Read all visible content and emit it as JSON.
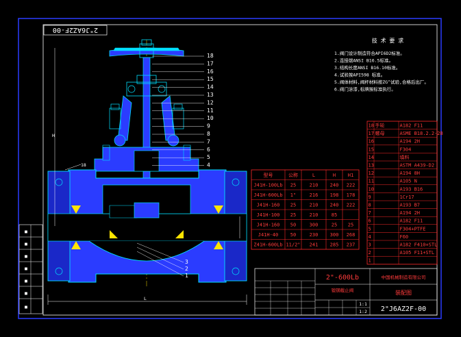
{
  "drawing_code_rotated": "2\"J6AZ2F-00",
  "title_block_code": "2\"J6AZ2F-00",
  "product_size": "2\"-600Lb",
  "drawing_name": "装配图",
  "tech_requirements": {
    "heading": "技 术 要 求",
    "items": [
      "1.阀门设计制造符合API6D2标准。",
      "2.连接端ANSI B16.5标准。",
      "3.结构长度ANSI B16.10标准。",
      "4.试验按API598 标准。",
      "5.阀体材料,阀杆材料按ZG^试验,合格后出厂。",
      "6.阀门涂漆,标牌按标准执行。"
    ]
  },
  "balloons": [
    "18",
    "17",
    "16",
    "15",
    "14",
    "13",
    "12",
    "11",
    "10",
    "9",
    "8",
    "7",
    "6",
    "5",
    "4"
  ],
  "balloons_lower": [
    "3",
    "2",
    "1"
  ],
  "dims": {
    "overall_length_label": "L",
    "height_label": "H",
    "port_label": "18"
  },
  "size_table": {
    "headers": [
      "型号",
      "公称",
      "L",
      "H",
      "H1"
    ],
    "rows": [
      [
        "J41H-100Lb",
        "25",
        "210",
        "240",
        "222"
      ],
      [
        "J41H-600Lb",
        "1\"",
        "216",
        "198",
        "178"
      ],
      [
        "J41H-160",
        "25",
        "210",
        "240",
        "222"
      ],
      [
        "J41H-100",
        "25",
        "210",
        "85",
        ""
      ],
      [
        "J41H-160",
        "50",
        "300",
        "25",
        "25"
      ],
      [
        "J41H-40",
        "50",
        "230",
        "300",
        "268"
      ],
      [
        "Z41H-600Lb",
        "11/2\"",
        "241",
        "285",
        "237"
      ]
    ]
  },
  "parts_list": [
    [
      "18",
      "手轮",
      "A182 F11"
    ],
    [
      "17",
      "螺母",
      "ASME B18.2.2-2B"
    ],
    [
      "16",
      "",
      "A194 2H"
    ],
    [
      "15",
      "",
      "F304"
    ],
    [
      "14",
      "",
      "填料"
    ],
    [
      "13",
      "",
      "ASTM A439-D2"
    ],
    [
      "12",
      "",
      "A194 8H"
    ],
    [
      "11",
      "",
      "A105 N"
    ],
    [
      "10",
      "",
      "A193 B16"
    ],
    [
      "9",
      "",
      "1Cr17"
    ],
    [
      "8",
      "",
      "A193 B7"
    ],
    [
      "7",
      "",
      "A194 2H"
    ],
    [
      "6",
      "",
      "A182 F11"
    ],
    [
      "5",
      "",
      "F304+PTFE"
    ],
    [
      "4",
      "",
      "F60"
    ],
    [
      "3",
      "",
      "A182 F410+STL"
    ],
    [
      "2",
      "",
      "A105 F11+STL"
    ],
    [
      "1",
      "",
      ""
    ]
  ],
  "side_table": {
    "rows": [
      "",
      "",
      "",
      "",
      "",
      "",
      ""
    ]
  },
  "title_block_labels": {
    "company": "中国机械制造有限公司",
    "material": "锻钢截止阀",
    "scale_a": "1:1",
    "scale_b": "1:2"
  },
  "colors": {
    "frame": "#2b3cff",
    "drawing_lines": "#00e0ff",
    "tables": "#ff2a2a",
    "text": "#ffffff",
    "hatch": "#2b3cff",
    "highlight": "#ffe400"
  }
}
